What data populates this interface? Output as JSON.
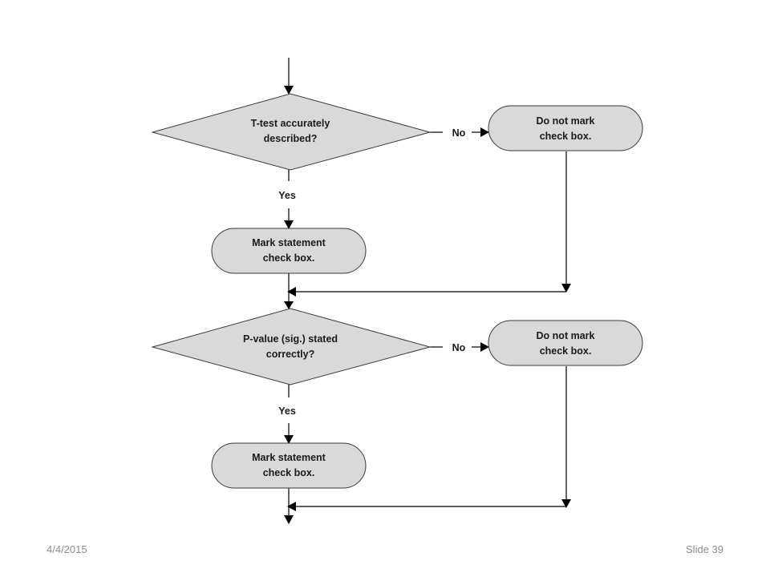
{
  "flowchart": {
    "decision_1": {
      "lines": [
        "T-test accurately",
        "described?"
      ]
    },
    "no_action_1": {
      "lines": [
        "Do not mark",
        "check box."
      ]
    },
    "mark_action_1": {
      "lines": [
        "Mark statement",
        "check box."
      ]
    },
    "decision_2": {
      "lines": [
        "P-value (sig.) stated",
        "correctly?"
      ]
    },
    "no_action_2": {
      "lines": [
        "Do not mark",
        "check box."
      ]
    },
    "mark_action_2": {
      "lines": [
        "Mark statement",
        "check box."
      ]
    },
    "edge_labels": {
      "no_1": "No",
      "yes_1": "Yes",
      "no_2": "No",
      "yes_2": "Yes"
    }
  },
  "footer": {
    "date": "4/4/2015",
    "slide_number": "Slide 39"
  },
  "colors": {
    "shape_fill": "#d9d9d9",
    "shape_stroke": "#3a3a3a",
    "line": "#000000",
    "footer_text": "#8c8c8c"
  }
}
